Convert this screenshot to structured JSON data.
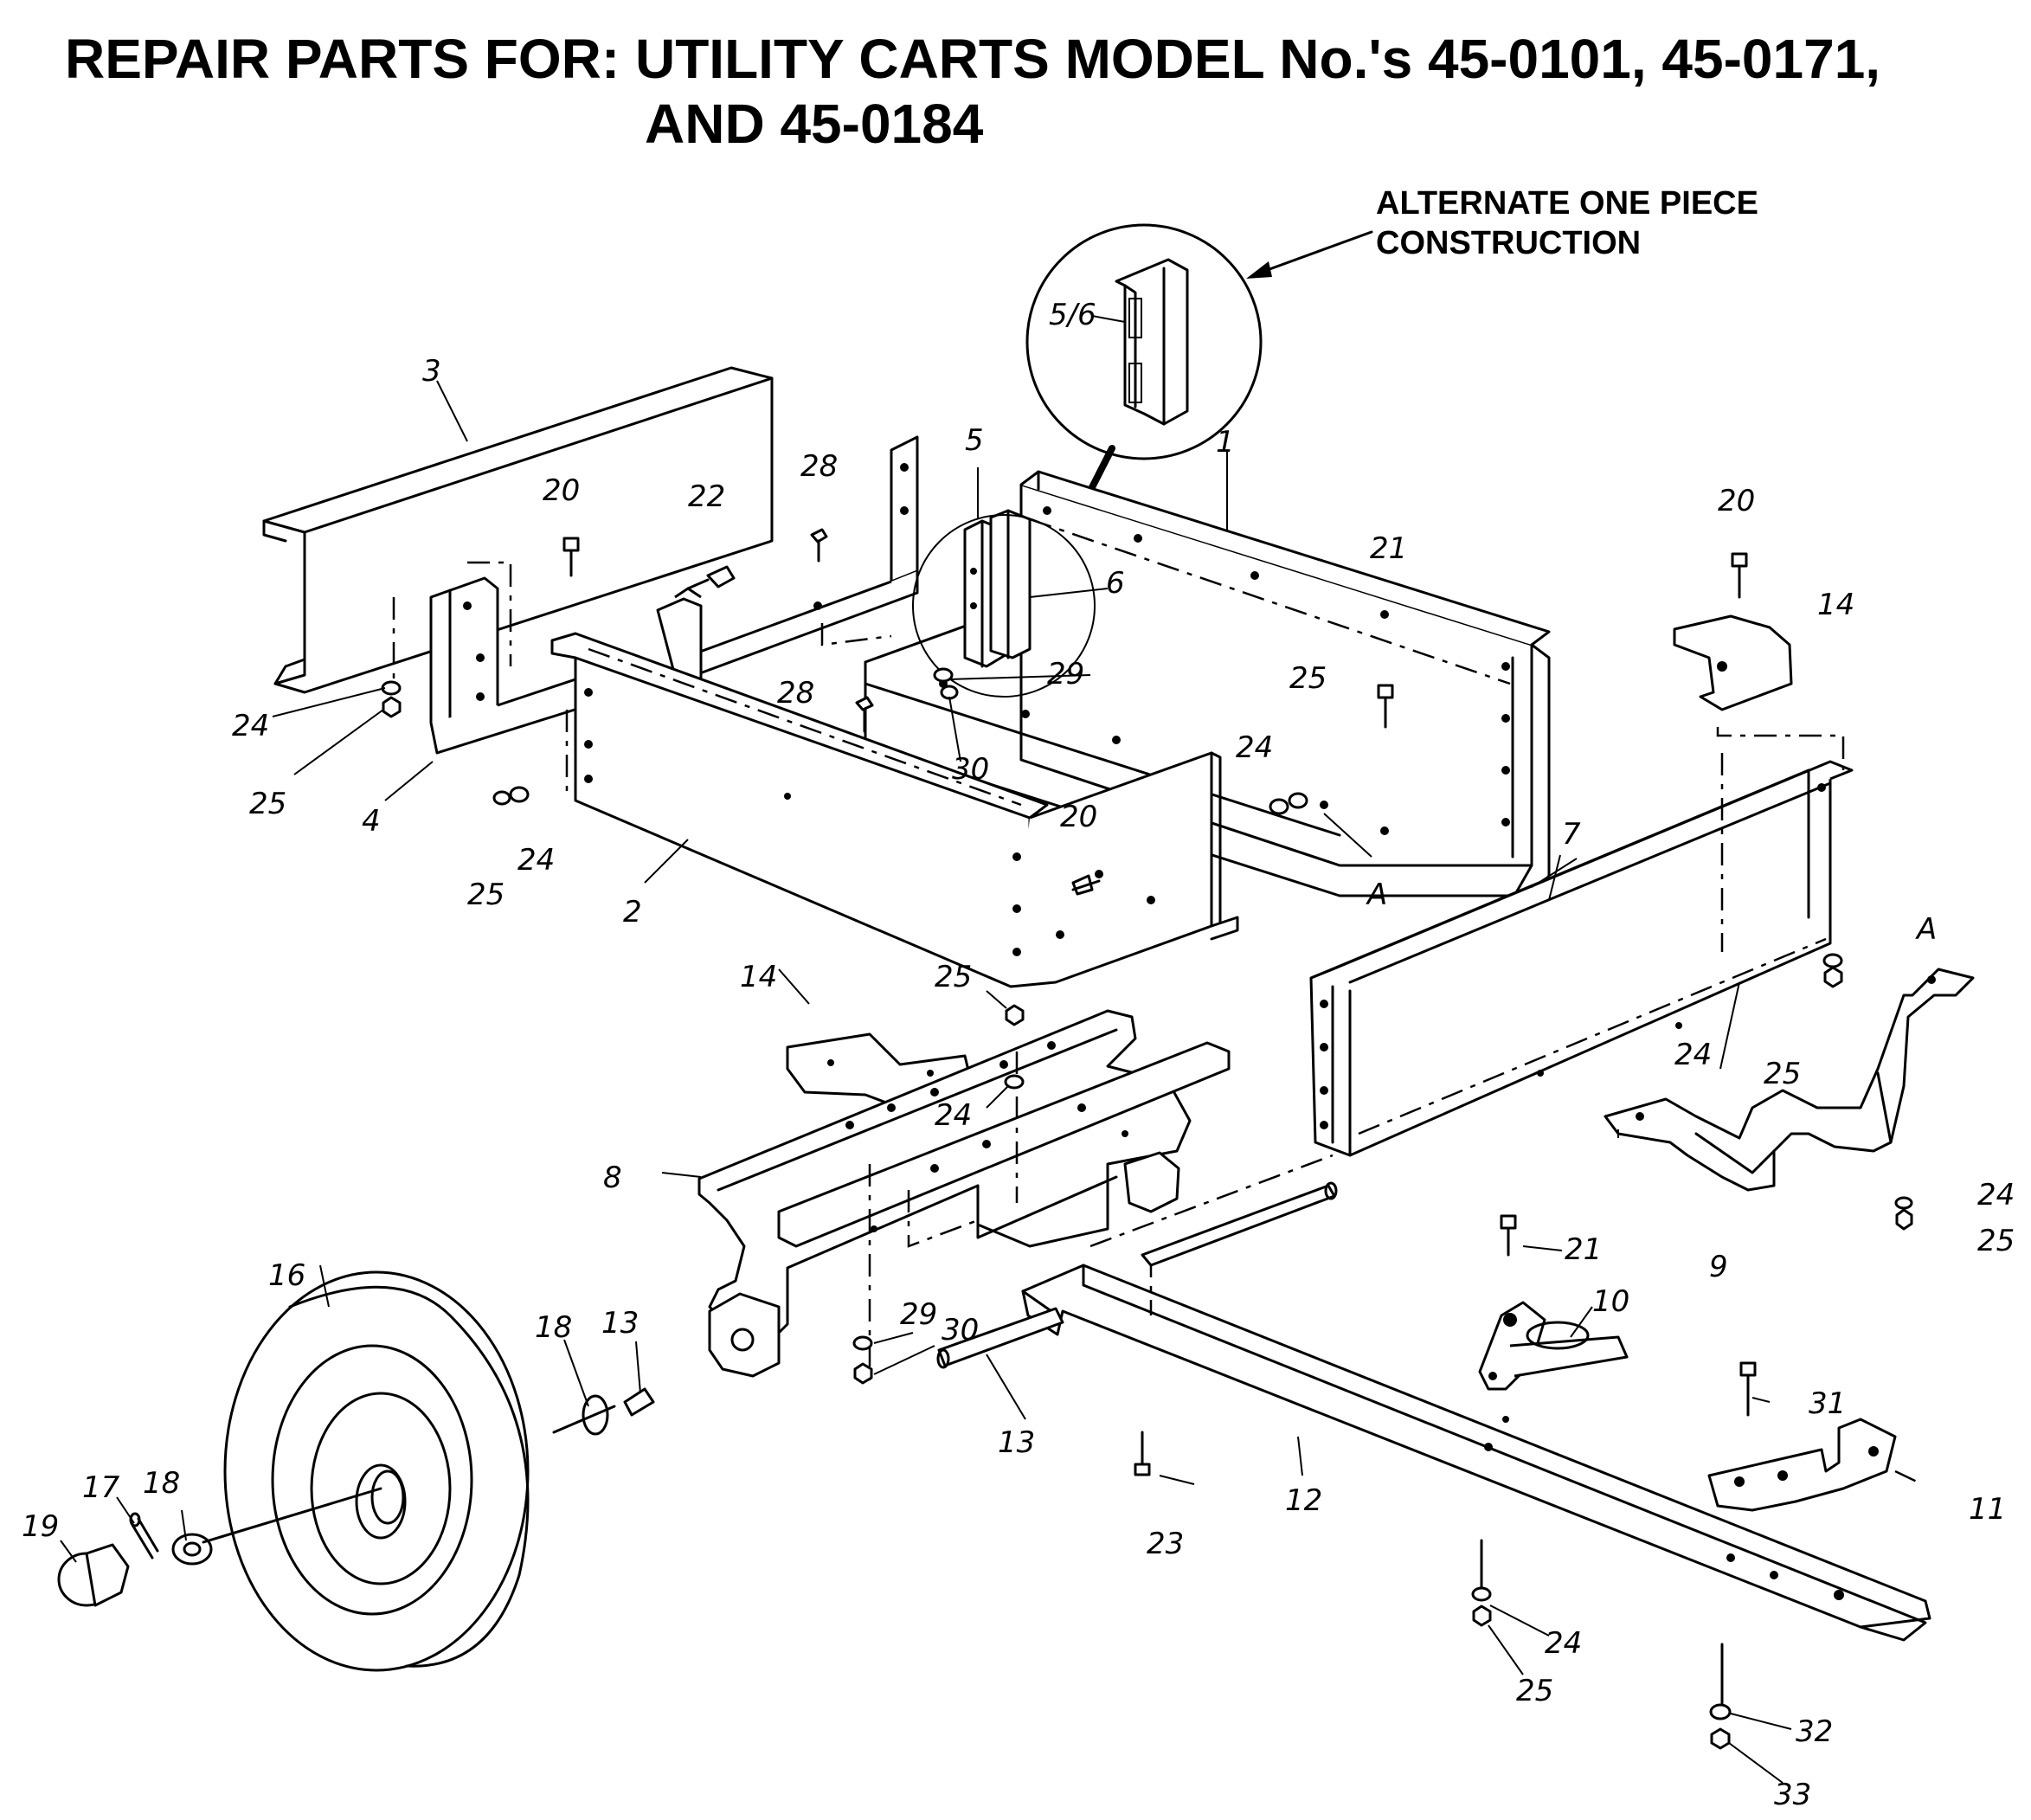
{
  "title": {
    "line1": "REPAIR PARTS FOR: UTILITY CARTS MODEL No.'s 45-0101, 45-0171,",
    "line2": "AND 45-0184"
  },
  "inset": {
    "label_line1": "ALTERNATE ONE PIECE",
    "label_line2": "CONSTRUCTION",
    "part_ref": "5/6"
  },
  "callouts": {
    "c1": "1",
    "c2": "2",
    "c3": "3",
    "c4": "4",
    "c5": "5",
    "c6": "6",
    "c7": "7",
    "c8": "8",
    "c9": "9",
    "c10": "10",
    "c11": "11",
    "c12": "12",
    "c13a": "13",
    "c13b": "13",
    "c14a": "14",
    "c14b": "14",
    "c16": "16",
    "c17": "17",
    "c18a": "18",
    "c18b": "18",
    "c19": "19",
    "c20a": "20",
    "c20b": "20",
    "c20c": "20",
    "c21a": "21",
    "c21b": "21",
    "c22": "22",
    "c23": "23",
    "c24a": "24",
    "c24b": "24",
    "c24c": "24",
    "c24d": "24",
    "c24e": "24",
    "c24f": "24",
    "c24g": "24",
    "c25a": "25",
    "c25b": "25",
    "c25c": "25",
    "c25d": "25",
    "c25e": "25",
    "c25f": "25",
    "c25g": "25",
    "c28a": "28",
    "c28b": "28",
    "c29a": "29",
    "c29b": "29",
    "c30a": "30",
    "c30b": "30",
    "c31": "31",
    "c32": "32",
    "c33": "33",
    "ca1": "A",
    "ca2": "A"
  }
}
